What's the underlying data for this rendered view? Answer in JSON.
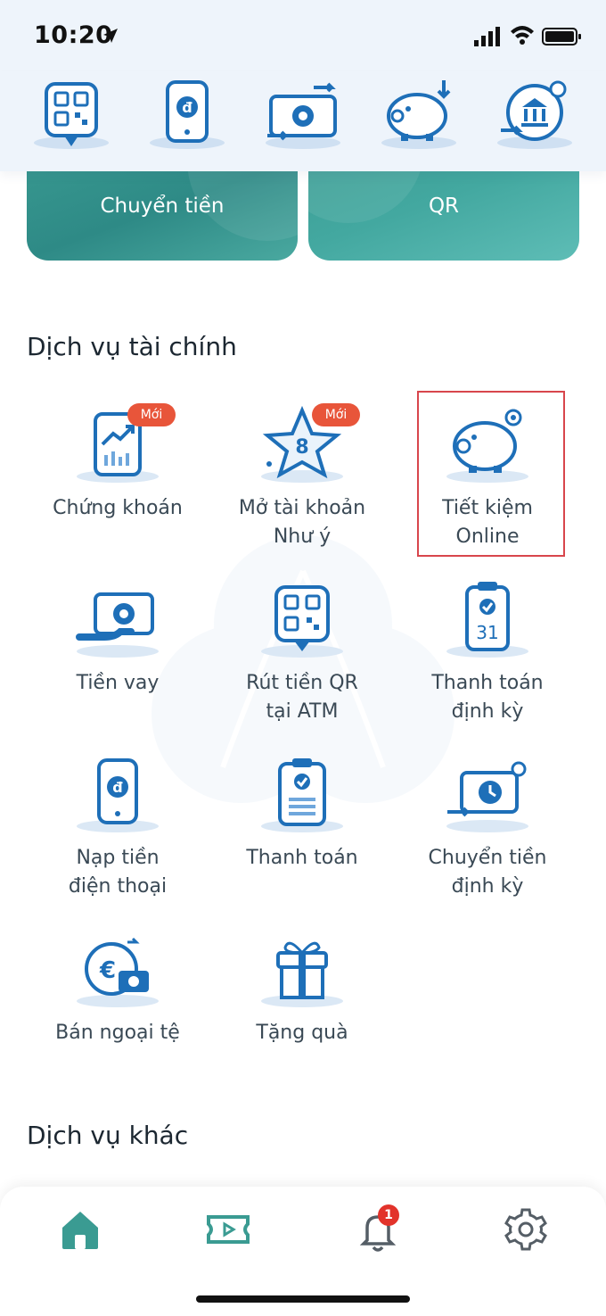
{
  "status_bar": {
    "time": "10:20"
  },
  "quick_actions": [
    {
      "icon": "qr-download-icon"
    },
    {
      "icon": "phone-topup-icon"
    },
    {
      "icon": "money-transfer-icon"
    },
    {
      "icon": "piggy-deposit-icon"
    },
    {
      "icon": "bank-transfer-icon"
    }
  ],
  "cards": {
    "left_label": "Chuyển tiền",
    "right_label": "QR"
  },
  "sections": {
    "financial": "Dịch vụ tài chính",
    "other": "Dịch vụ khác"
  },
  "badge_new": "Mới",
  "services": {
    "chung_khoan": "Chứng khoán",
    "mo_tai_khoan_1": "Mở tài khoản",
    "mo_tai_khoan_2": "Như ý",
    "tiet_kiem_1": "Tiết kiệm",
    "tiet_kiem_2": "Online",
    "tien_vay": "Tiền vay",
    "rut_tien_1": "Rút tiền QR",
    "rut_tien_2": "tại ATM",
    "thanh_toan_dk_1": "Thanh toán",
    "thanh_toan_dk_2": "định kỳ",
    "calendar_day": "31",
    "nap_tien_1": "Nạp tiền",
    "nap_tien_2": "điện thoại",
    "thanh_toan": "Thanh toán",
    "chuyen_tien_dk_1": "Chuyển tiền",
    "chuyen_tien_dk_2": "định kỳ",
    "ban_ngoai_te": "Bán ngoại tệ",
    "tang_qua": "Tặng quà",
    "star_number": "8",
    "currency_symbol": "€",
    "dong_symbol": "đ"
  },
  "bottom_nav": {
    "notification_count": "1"
  },
  "colors": {
    "primary_blue": "#1e6fb8",
    "teal": "#3a9b92",
    "badge_red": "#e8553a",
    "highlight_red": "#d8464c"
  }
}
